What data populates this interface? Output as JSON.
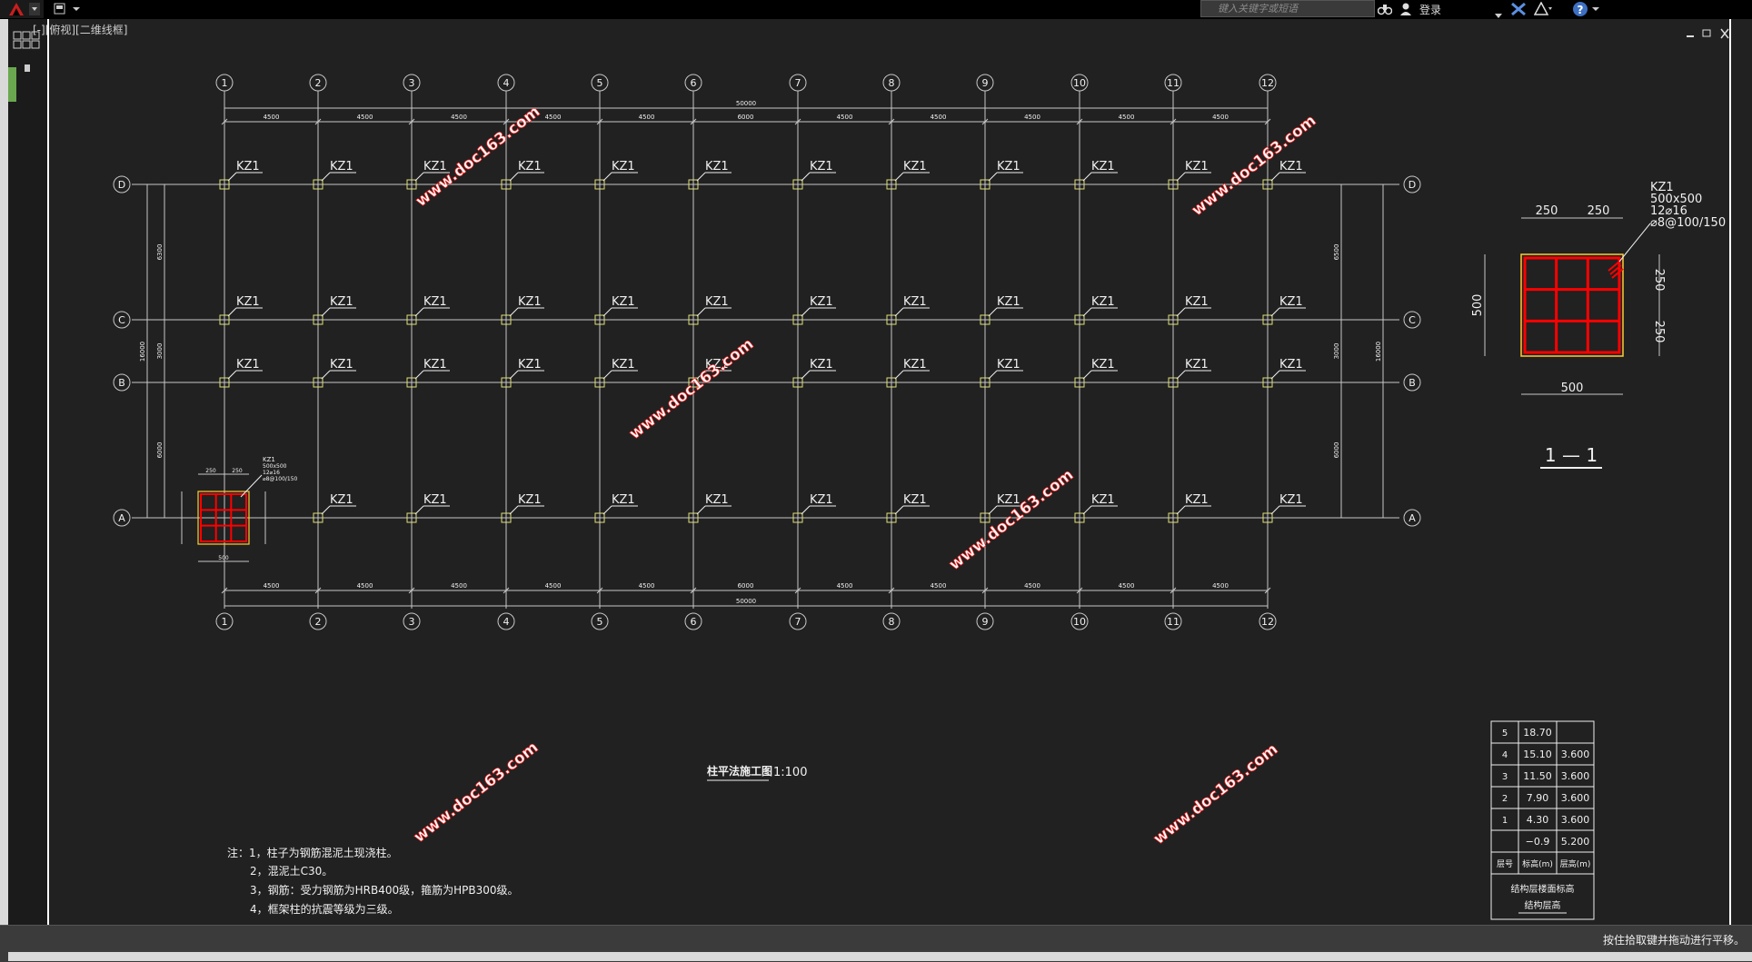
{
  "toolbar": {
    "search_placeholder": "键入关键字或短语",
    "login_label": "登录"
  },
  "view_label": "[-][俯视][二维线框]",
  "status_text": "按住拾取键并拖动进行平移。",
  "drawing": {
    "column_axes": [
      "1",
      "2",
      "3",
      "4",
      "5",
      "6",
      "7",
      "8",
      "9",
      "10",
      "11",
      "12"
    ],
    "row_axes": [
      "D",
      "C",
      "B",
      "A"
    ],
    "top_spans": [
      "4500",
      "4500",
      "4500",
      "4500",
      "4500",
      "6000",
      "4500",
      "4500",
      "4500",
      "4500",
      "4500"
    ],
    "top_total": "50000",
    "bottom_spans": [
      "4500",
      "4500",
      "4500",
      "4500",
      "4500",
      "6000",
      "4500",
      "4500",
      "4500",
      "4500",
      "4500"
    ],
    "bottom_total": "50000",
    "left_dims": [
      "6300",
      "3000",
      "6000"
    ],
    "left_total": "16000",
    "right_dims": [
      "6500",
      "3000",
      "6000"
    ],
    "right_total": "16000",
    "column_label": "KZ1",
    "watermark": "www.doc163.com",
    "plan_title": "柱平法施工图",
    "plan_scale": "1:100",
    "section": {
      "label": "KZ1",
      "size": "500x500",
      "rebar": "12⌀16",
      "stirrup": "⌀8@100/150",
      "top_dims": [
        "250",
        "250"
      ],
      "left_dim": "500",
      "right_dims": [
        "250",
        "250"
      ],
      "bottom_dim": "500",
      "title": "1 — 1"
    },
    "small_section": {
      "label": "KZ1",
      "size": "500x500",
      "rebar": "12⌀16",
      "stirrup": "⌀8@100/150",
      "top_dims": [
        "250",
        "250"
      ],
      "bottom_dim": "500"
    },
    "notes": [
      "注：1，柱子为钢筋混泥土现浇柱。",
      "2，混泥土C30。",
      "3，钢筋：受力钢筋为HRB400级，箍筋为HPB300级。",
      "4，框架柱的抗震等级为三级。"
    ],
    "table": {
      "rows": [
        [
          "5",
          "18.70",
          ""
        ],
        [
          "4",
          "15.10",
          "3.600"
        ],
        [
          "3",
          "11.50",
          "3.600"
        ],
        [
          "2",
          "7.90",
          "3.600"
        ],
        [
          "1",
          "4.30",
          "3.600"
        ],
        [
          "",
          "−0.9",
          "5.200"
        ]
      ],
      "header": [
        "层号",
        "标高(m)",
        "层高(m)"
      ],
      "footer1": "结构层楼面标高",
      "footer2": "结构层高"
    }
  },
  "colors": {
    "grid": "#c8c8c8",
    "column": "#e0e07a",
    "rebar": "#ff0000",
    "watermark": "#ff2020",
    "text": "#f0f0f0"
  }
}
